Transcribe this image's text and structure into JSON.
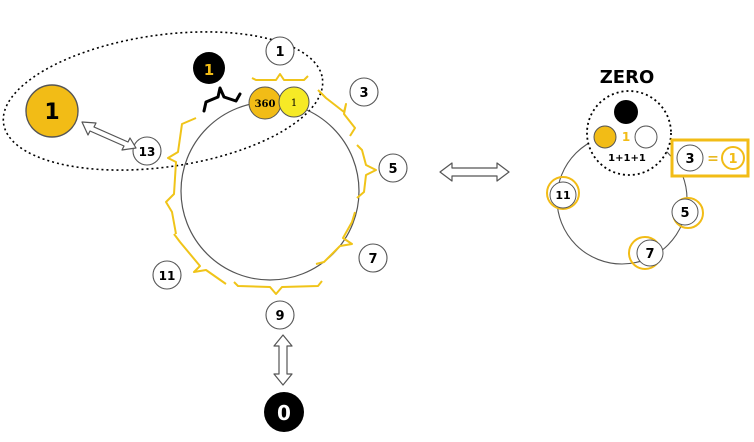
{
  "colors": {
    "gold": "#f2bc16",
    "gold_dark": "#b78a00",
    "yellow": "#f6ea26",
    "black": "#000000",
    "line": "#555555",
    "brace": "#f0c419",
    "equals": "#e8b923"
  },
  "left": {
    "big_one": "1",
    "black_one": "1",
    "gold_label": "360",
    "yellow_label": "1",
    "ring_numbers": [
      "1",
      "3",
      "5",
      "7",
      "9",
      "11",
      "13"
    ],
    "zero": "0"
  },
  "right": {
    "zero_label": "ZERO",
    "small_gold_label": "1",
    "sum_label": "1+1+1",
    "three": "3",
    "equals": "=",
    "one": "1",
    "ring_numbers": [
      "5",
      "7",
      "11"
    ]
  }
}
